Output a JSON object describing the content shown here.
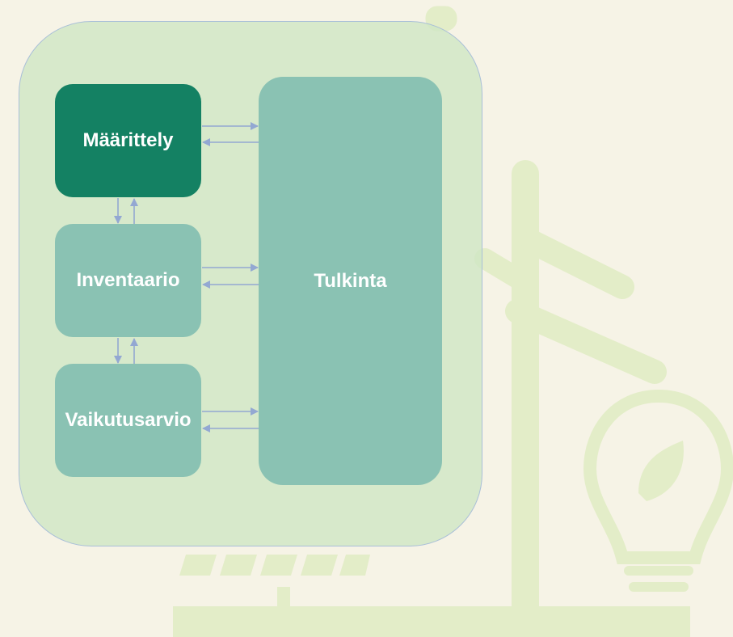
{
  "diagram": {
    "boxes": {
      "definition": "Määrittely",
      "inventory": "Inventaario",
      "impact": "Vaikutusarvio",
      "interpretation": "Tulkinta"
    },
    "active_box": "definition"
  },
  "colors": {
    "background": "#f6f3e6",
    "panel": "#d0e6c4",
    "active_box": "#148163",
    "box": "#8ac2b3",
    "arrow": "#93a8d2",
    "watermark": "#e3edc8"
  },
  "watermark_icons": [
    "wind-turbine-icon",
    "light-bulb-icon",
    "solar-panel-icon"
  ]
}
